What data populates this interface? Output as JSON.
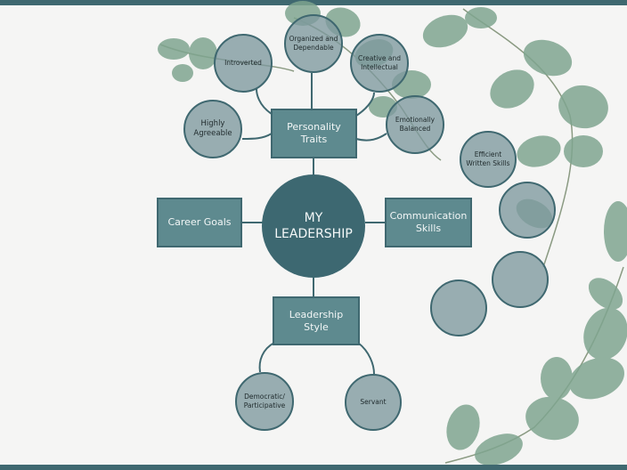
{
  "center": {
    "label": "MY\nLEADERSHIP"
  },
  "branches": {
    "personality": "Personality\nTraits",
    "career": "Career Goals",
    "communication": "Communication\nSkills",
    "leadership_style": "Leadership\nStyle"
  },
  "traits": {
    "introverted": "Introverted",
    "organized": "Organized and\nDependable",
    "creative": "Creative and\nIntellectual",
    "agreeable": "Highly\nAgreeable",
    "balanced": "Emotionally\nBalanced"
  },
  "communication_items": {
    "written": "Efficient\nWritten Skills"
  },
  "styles": {
    "democratic": "Democratic/\nParticipative",
    "servant": "Servant"
  },
  "colors": {
    "bar": "#3f6870",
    "center": "#3d6871",
    "box": "#5e8a8f",
    "circle": "#7e999e",
    "leaf": "#7fa58f"
  }
}
